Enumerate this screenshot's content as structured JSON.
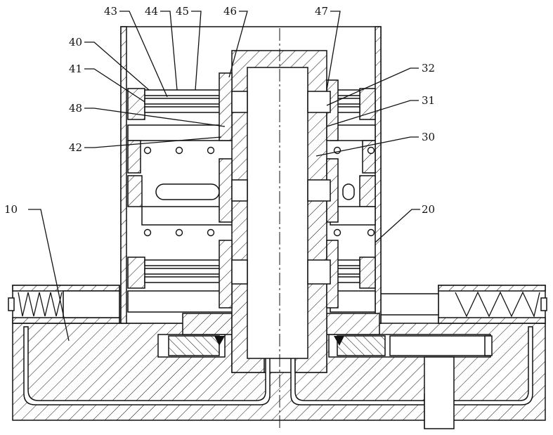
{
  "labels": {
    "l10": "10",
    "l20": "20",
    "l30": "30",
    "l31": "31",
    "l32": "32",
    "l40": "40",
    "l41": "41",
    "l42": "42",
    "l43": "43",
    "l44": "44",
    "l45": "45",
    "l46": "46",
    "l47": "47",
    "l48": "48"
  }
}
